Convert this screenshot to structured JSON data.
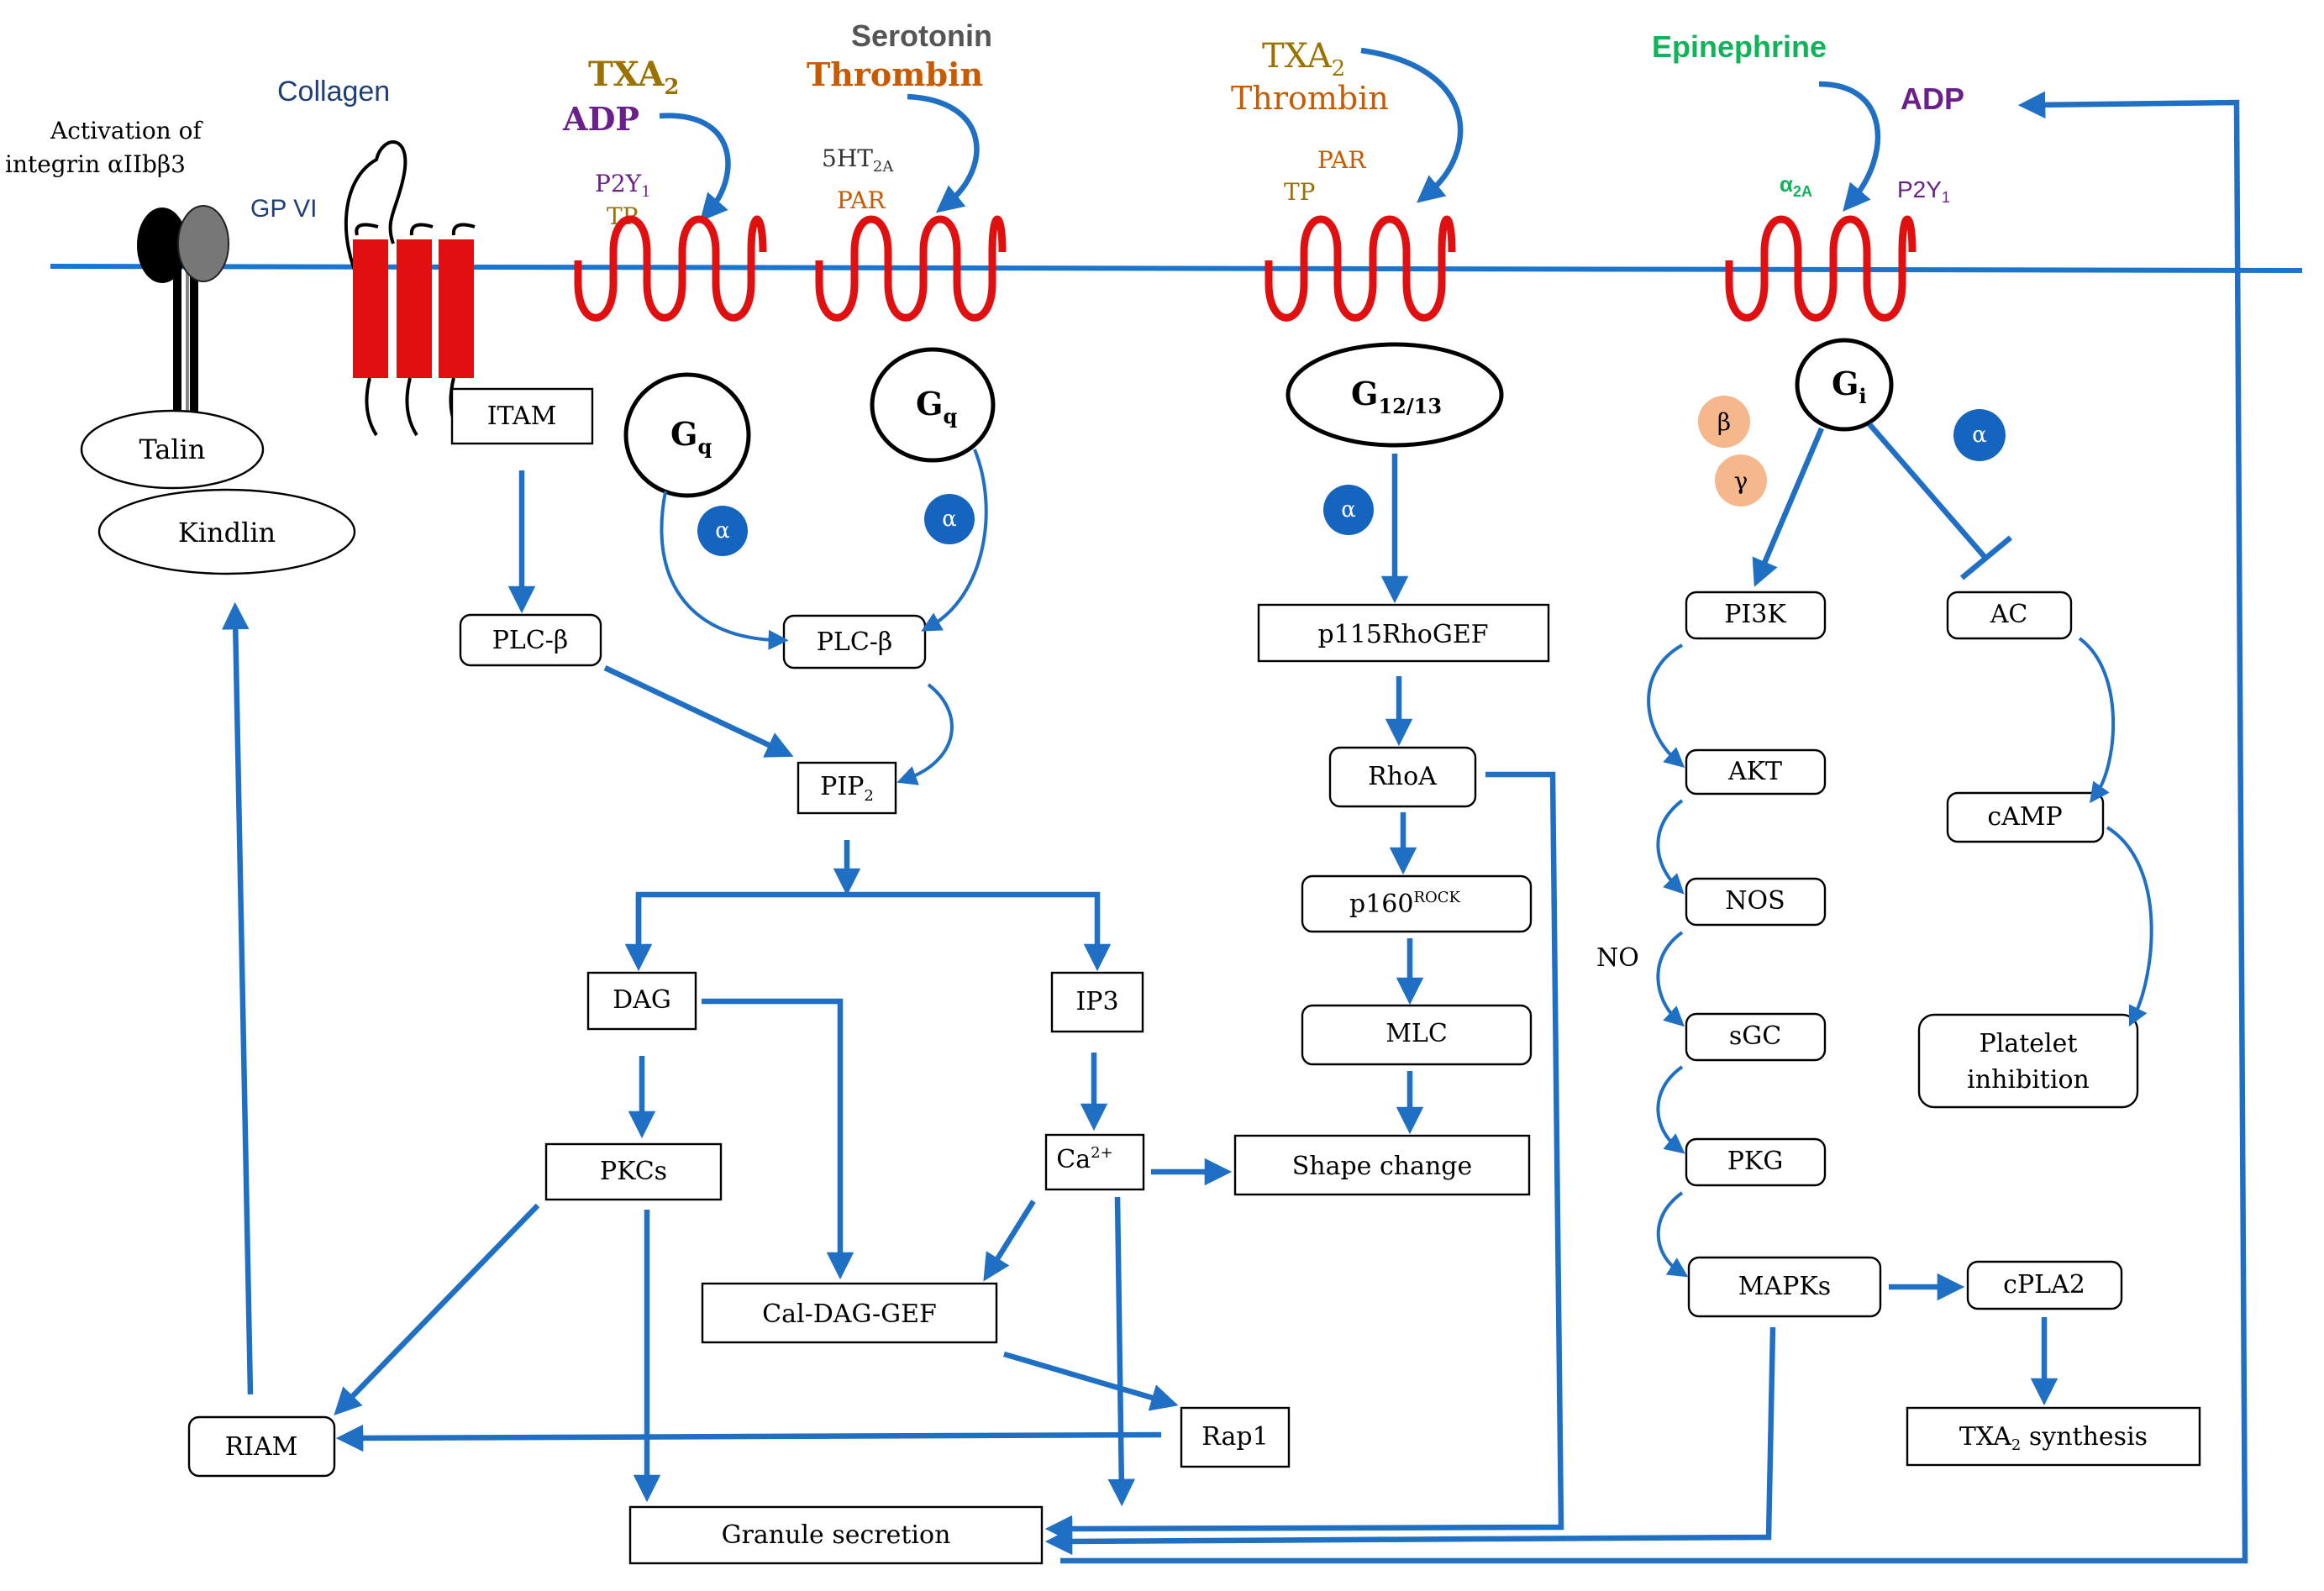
{
  "membrane_color": "#1a75cf",
  "receptor_color": "#e01010",
  "arrow_color": "#1f6fc4",
  "alpha_color": "#1565c0",
  "beta_gamma_color": "#f5b78b",
  "ligands": {
    "collagen": "Collagen",
    "txa2_1": "TXA",
    "txa2_1_sub": "2",
    "adp_1": "ADP",
    "serotonin": "Serotonin",
    "thrombin_1": "Thrombin",
    "txa2_2": "TXA",
    "txa2_2_sub": "2",
    "thrombin_2": "Thrombin",
    "epinephrine": "Epinephrine",
    "adp_2": "ADP"
  },
  "receptors": {
    "integrin_label_1": "Activation of",
    "integrin_label_2": "integrin αIIbβ3",
    "gpvi": "GP VI",
    "p2y1_1": "P2Y",
    "p2y1_1_sub": "1",
    "tp_1": "TP",
    "ht2a": "5HT",
    "ht2a_sub": "2A",
    "par_1": "PAR",
    "par_2": "PAR",
    "tp_2": "TP",
    "alpha2a": "α",
    "alpha2a_sub": "2A",
    "p2y1_2": "P2Y",
    "p2y1_2_sub": "1"
  },
  "gproteins": {
    "gq1": "G",
    "gq1_sub": "q",
    "gq2": "G",
    "gq2_sub": "q",
    "g1213": "G",
    "g1213_sub": "12/13",
    "gi": "G",
    "gi_sub": "i",
    "alpha": "α",
    "beta": "β",
    "gamma": "γ"
  },
  "nodes": {
    "talin": "Talin",
    "kindlin": "Kindlin",
    "itam": "ITAM",
    "plcb1": "PLC-β",
    "plcb2": "PLC-β",
    "pip2": "PIP",
    "pip2_sub": "2",
    "dag": "DAG",
    "ip3": "IP3",
    "pkcs": "PKCs",
    "ca": "Ca",
    "ca_sup": "2+",
    "caldag": "Cal-DAG-GEF",
    "rap1": "Rap1",
    "riam": "RIAM",
    "granule": "Granule secretion",
    "shape": "Shape change",
    "p115": "p115RhoGEF",
    "rhoa": "RhoA",
    "p160": "p160",
    "p160_sup": "ROCK",
    "mlc": "MLC",
    "pi3k": "PI3K",
    "akt": "AKT",
    "nos": "NOS",
    "no": "NO",
    "sgc": "sGC",
    "pkg": "PKG",
    "mapks": "MAPKs",
    "cpla2": "cPLA2",
    "txa2syn": "TXA",
    "txa2syn_sub": "2",
    "txa2syn_rest": " synthesis",
    "ac": "AC",
    "camp": "cAMP",
    "platelet1": "Platelet",
    "platelet2": "inhibition"
  }
}
